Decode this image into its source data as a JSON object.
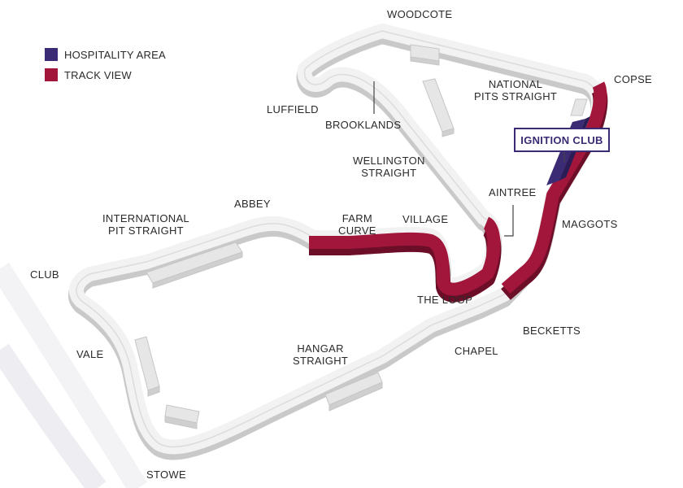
{
  "colors": {
    "hospitality": "#3b2a74",
    "track_view": "#a3163c",
    "track_surface": "#f2f2f2",
    "track_edge": "#c9c9c9",
    "label_text": "#2a2a2a"
  },
  "legend": [
    {
      "label": "HOSPITALITY AREA",
      "color": "#3b2a74"
    },
    {
      "label": "TRACK VIEW",
      "color": "#a3163c"
    }
  ],
  "callout": {
    "label": "IGNITION CLUB"
  },
  "corners": {
    "woodcote": "WOODCOTE",
    "copse": "COPSE",
    "national_pits_straight": [
      "NATIONAL",
      "PITS STRAIGHT"
    ],
    "luffield": "LUFFIELD",
    "brooklands": "BROOKLANDS",
    "wellington_straight": [
      "WELLINGTON",
      "STRAIGHT"
    ],
    "aintree": "AINTREE",
    "maggots": "MAGGOTS",
    "abbey": "ABBEY",
    "international_pit_straight": [
      "INTERNATIONAL",
      "PIT STRAIGHT"
    ],
    "farm_curve": [
      "FARM",
      "CURVE"
    ],
    "village": "VILLAGE",
    "club": "CLUB",
    "the_loop": "THE LOOP",
    "becketts": "BECKETTS",
    "vale": "VALE",
    "hangar_straight": [
      "HANGAR",
      "STRAIGHT"
    ],
    "chapel": "CHAPEL",
    "stowe": "STOWE"
  }
}
